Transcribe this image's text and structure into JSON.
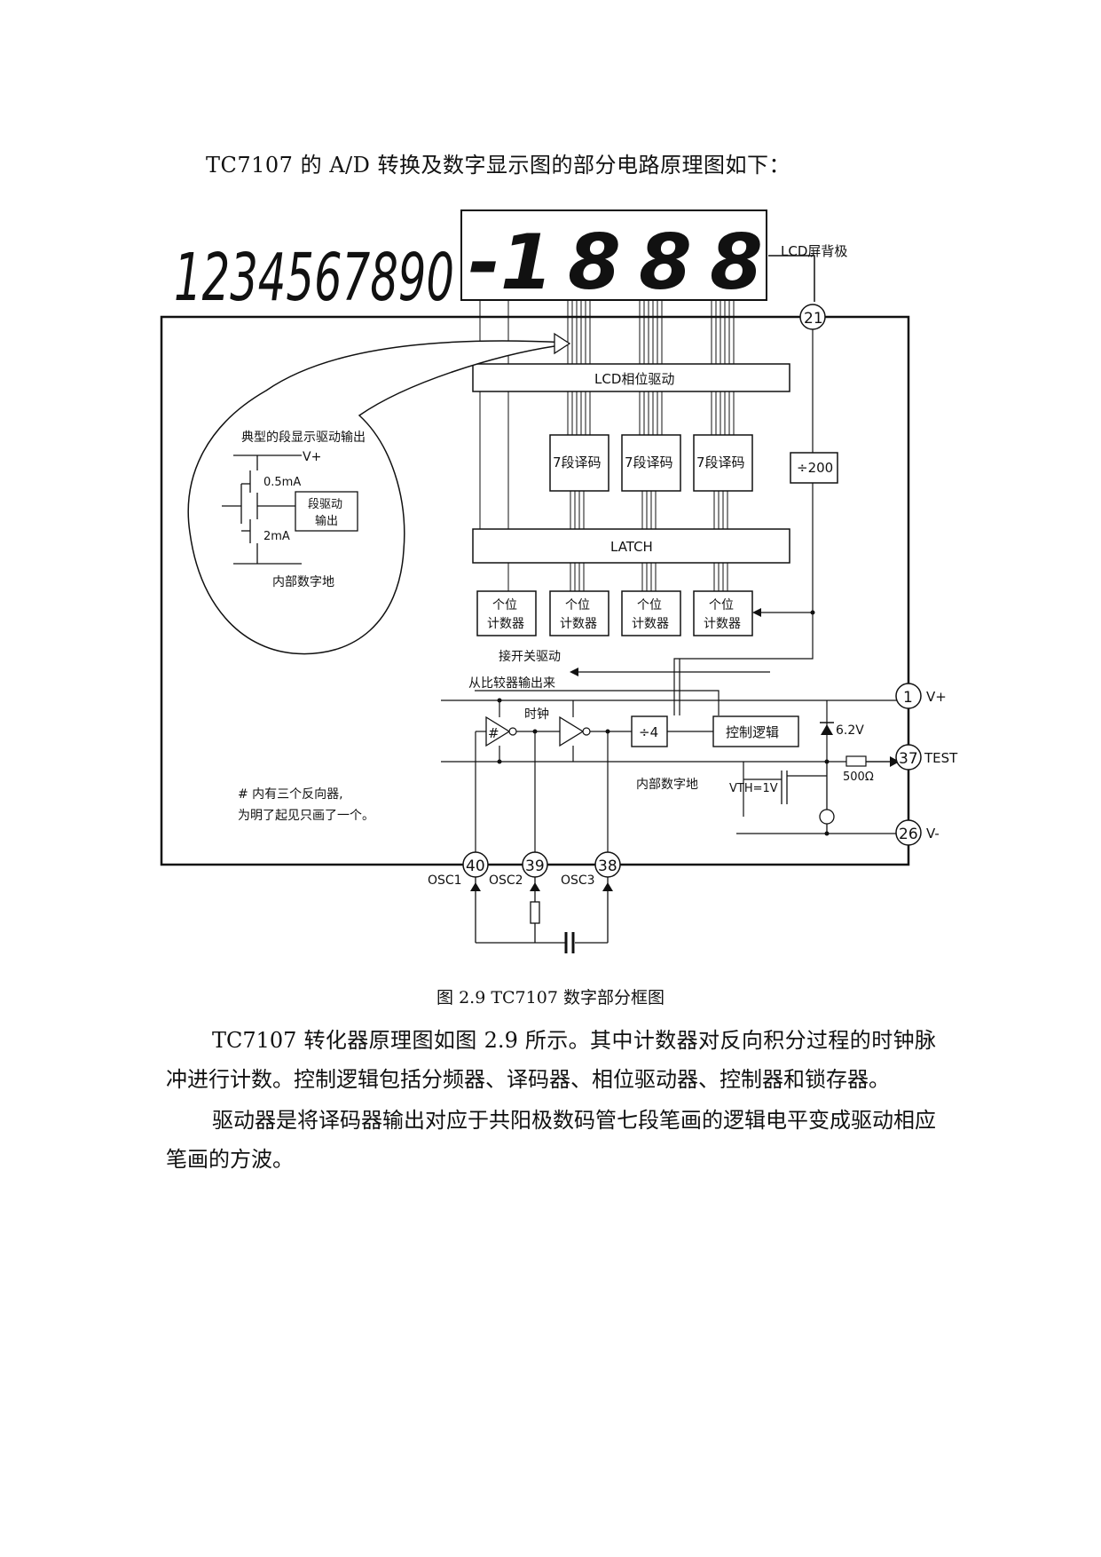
{
  "intro": "TC7107 的 A/D 转换及数字显示图的部分电路原理图如下：",
  "figure": {
    "segment_sample": "1234567890",
    "display_digits": [
      "-1",
      "8",
      "8",
      "8"
    ],
    "lcd_backplane": "LCD屏背极",
    "lcd_phase_driver": "LCD相位驱动",
    "decoder": "7段译码",
    "divider_200": "÷200",
    "latch": "LATCH",
    "counter_line1": "个位",
    "counter_line2": "计数器",
    "switch_drive": "接开关驱动",
    "from_comparator": "从比较器输出来",
    "clock": "时钟",
    "divider_4": "÷4",
    "control_logic": "控制逻辑",
    "zener": "6.2V",
    "resistor": "500Ω",
    "internal_ground": "内部数字地",
    "vth": "VTH=1V",
    "note_line1": "# 内有三个反向器,",
    "note_line2": "为明了起见只画了一个。",
    "inset_title": "典型的段显示驱动输出",
    "inset_vplus": "V+",
    "inset_current_top": "0.5mA",
    "inset_current_bottom": "2mA",
    "inset_box_line1": "段驱动",
    "inset_box_line2": "输出",
    "inset_ground": "内部数字地",
    "hash": "#",
    "pins": {
      "p21": "21",
      "p1": "1",
      "p37": "37",
      "p26": "26",
      "p40": "40",
      "p39": "39",
      "p38": "38"
    },
    "pin_labels": {
      "vplus": "V+",
      "test": "TEST",
      "vminus": "V-",
      "osc1": "OSC1",
      "osc2": "OSC2",
      "osc3": "OSC3"
    }
  },
  "caption": "图 2.9    TC7107 数字部分框图",
  "paragraphs": [
    "TC7107 转化器原理图如图 2.9 所示。其中计数器对反向积分过程的时钟脉冲进行计数。控制逻辑包括分频器、译码器、相位驱动器、控制器和锁存器。",
    "驱动器是将译码器输出对应于共阳极数码管七段笔画的逻辑电平变成驱动相应笔画的方波。"
  ]
}
